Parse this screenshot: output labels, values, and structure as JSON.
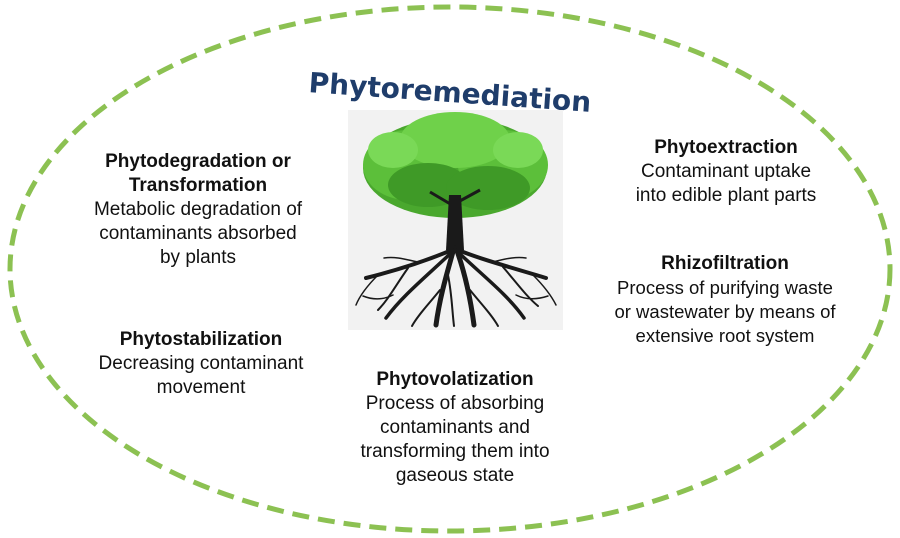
{
  "title": "Phytoremediation",
  "colors": {
    "oval_dash": "#8cc152",
    "title": "#1f3d6b",
    "leaves": "#5cbf3a",
    "roots": "#1a1a1a"
  },
  "icons": [
    "tree-with-roots-icon"
  ],
  "blocks": [
    {
      "heading_line1": "Phytodegradation or",
      "heading_line2": "Transformation",
      "desc_lines": [
        "Metabolic degradation of",
        "contaminants absorbed",
        "by plants"
      ]
    },
    {
      "heading_line1": "Phytostabilization",
      "desc_lines": [
        "Decreasing contaminant",
        "movement"
      ]
    },
    {
      "heading_line1": "Phytovolatization",
      "desc_lines": [
        "Process of absorbing",
        "contaminants and",
        "transforming them into",
        "gaseous state"
      ]
    },
    {
      "heading_line1": "Phytoextraction",
      "desc_lines": [
        "Contaminant uptake",
        "into edible plant parts"
      ]
    },
    {
      "heading_line1": "Rhizofiltration",
      "desc_lines": [
        "Process of purifying waste",
        "or wastewater by means of",
        "extensive root system"
      ]
    }
  ]
}
